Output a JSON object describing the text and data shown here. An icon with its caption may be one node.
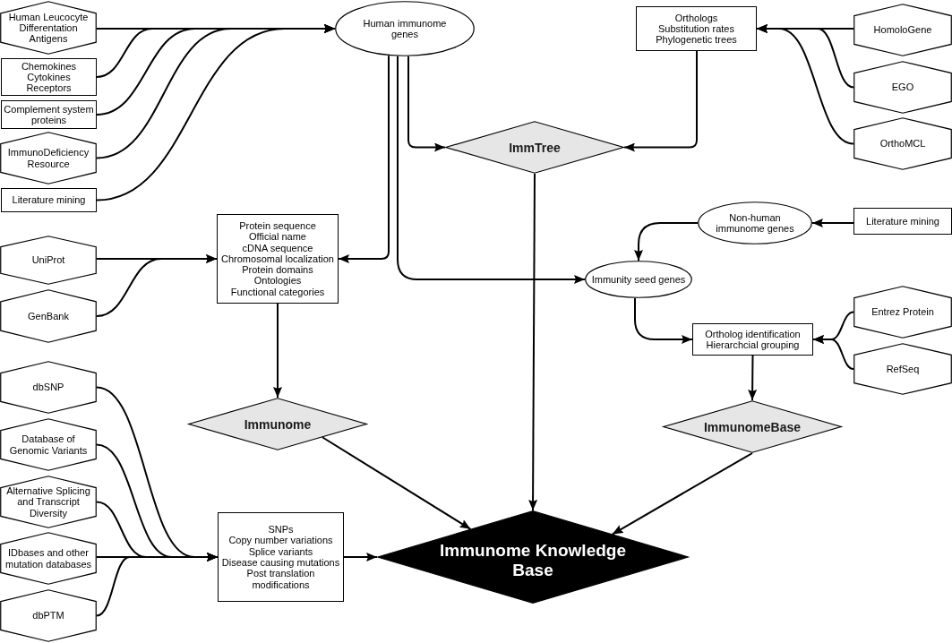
{
  "diagram": {
    "nodes": [
      {
        "text": [
          "Human Leucocyte Differentation Antigens"
        ]
      },
      {
        "text": [
          "Chemokines",
          "Cytokines",
          "Receptors"
        ]
      },
      {
        "text": [
          "Complement system proteins"
        ]
      },
      {
        "text": [
          "ImmunoDeficiency Resource"
        ]
      },
      {
        "text": [
          "Literature mining"
        ]
      },
      {
        "text": [
          "Human immunome genes"
        ]
      },
      {
        "text": [
          "Orthologs",
          "Substitution rates",
          "Phylogenetic trees"
        ]
      },
      {
        "text": [
          "HomoloGene"
        ]
      },
      {
        "text": [
          "EGO"
        ]
      },
      {
        "text": [
          "OrthoMCL"
        ]
      },
      {
        "text": [
          "ImmTree"
        ]
      },
      {
        "text": [
          "Protein sequence",
          "Official name",
          "cDNA sequence",
          "Chromosomal localization",
          "Protein domains",
          "Ontologies",
          "Functional categories"
        ]
      },
      {
        "text": [
          "UniProt"
        ]
      },
      {
        "text": [
          "GenBank"
        ]
      },
      {
        "text": [
          "Non-human immunome genes"
        ]
      },
      {
        "text": [
          "Literature mining"
        ]
      },
      {
        "text": [
          "Immunity seed genes"
        ]
      },
      {
        "text": [
          "Ortholog identification",
          "Hierarchcial grouping"
        ]
      },
      {
        "text": [
          "Entrez Protein"
        ]
      },
      {
        "text": [
          "RefSeq"
        ]
      },
      {
        "text": [
          "Immunome"
        ]
      },
      {
        "text": [
          "ImmunomeBase"
        ]
      },
      {
        "text": [
          "dbSNP"
        ]
      },
      {
        "text": [
          "Database of Genomic Variants"
        ]
      },
      {
        "text": [
          "Alternative Splicing and Transcript Diversity"
        ]
      },
      {
        "text": [
          "IDbases and other mutation databases"
        ]
      },
      {
        "text": [
          "dbPTM"
        ]
      },
      {
        "text": [
          "SNPs",
          "Copy number variations",
          "Splice variants",
          "Disease causing mutations",
          "Post translation modifications"
        ]
      },
      {
        "text": [
          "Immunome Knowledge Base"
        ]
      }
    ],
    "edges": [
      {
        "from": 0,
        "to": 5,
        "arrow": "to"
      },
      {
        "from": 1,
        "to": 5,
        "arrow": "to"
      },
      {
        "from": 2,
        "to": 5,
        "arrow": "to"
      },
      {
        "from": 3,
        "to": 5,
        "arrow": "to"
      },
      {
        "from": 4,
        "to": 5,
        "arrow": "to"
      },
      {
        "from": 7,
        "to": 6,
        "arrow": "to"
      },
      {
        "from": 8,
        "to": 6,
        "arrow": "to"
      },
      {
        "from": 9,
        "to": 6,
        "arrow": "to"
      },
      {
        "from": 5,
        "to": 10,
        "arrow": "to"
      },
      {
        "from": 6,
        "to": 10,
        "arrow": "to"
      },
      {
        "from": 10,
        "to": 28,
        "arrow": "to"
      },
      {
        "from": 5,
        "to": 11,
        "arrow": "to"
      },
      {
        "from": 12,
        "to": 11,
        "arrow": "to"
      },
      {
        "from": 13,
        "to": 11,
        "arrow": "to"
      },
      {
        "from": 11,
        "to": 20,
        "arrow": "to"
      },
      {
        "from": 20,
        "to": 28,
        "arrow": "to"
      },
      {
        "from": 21,
        "to": 28,
        "arrow": "to"
      },
      {
        "from": 27,
        "to": 28,
        "arrow": "to"
      },
      {
        "from": 22,
        "to": 27,
        "arrow": "to"
      },
      {
        "from": 23,
        "to": 27,
        "arrow": "to"
      },
      {
        "from": 24,
        "to": 27,
        "arrow": "to"
      },
      {
        "from": 25,
        "to": 27,
        "arrow": "to"
      },
      {
        "from": 26,
        "to": 27,
        "arrow": "to"
      },
      {
        "from": 15,
        "to": 14,
        "arrow": "to"
      },
      {
        "from": 14,
        "to": 16,
        "arrow": "to"
      },
      {
        "from": 5,
        "to": 16,
        "arrow": "to"
      },
      {
        "from": 16,
        "to": 17,
        "arrow": "to"
      },
      {
        "from": 18,
        "to": 17,
        "arrow": "to"
      },
      {
        "from": 19,
        "to": 17,
        "arrow": "to"
      },
      {
        "from": 17,
        "to": 21,
        "arrow": "to"
      }
    ]
  }
}
